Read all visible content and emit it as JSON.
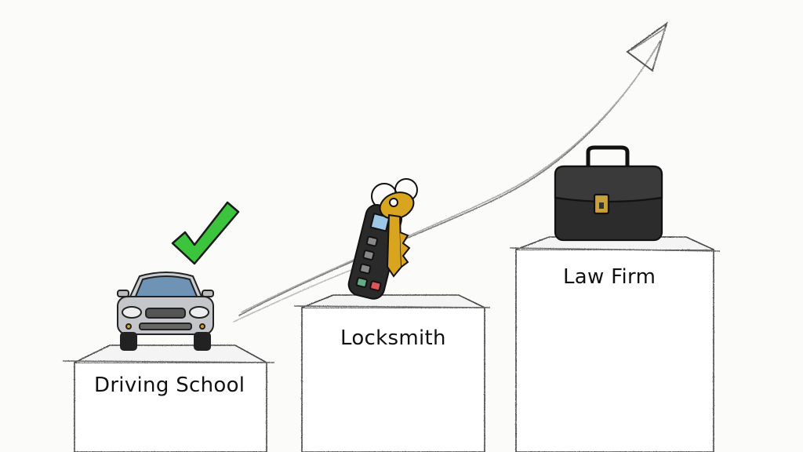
{
  "illustration": {
    "style": "hand-drawn pencil sketch",
    "arrow": {
      "direction": "up-right",
      "color": "#8a8a8a"
    },
    "steps": [
      {
        "label": "Driving School",
        "icon": "car-icon",
        "badge": "checkmark-icon",
        "badge_color": "#3cc43c"
      },
      {
        "label": "Locksmith",
        "icon": "key-fob-icon",
        "key_color": "#d9a520"
      },
      {
        "label": "Law Firm",
        "icon": "briefcase-icon",
        "bag_color": "#2a2a2a"
      }
    ]
  }
}
